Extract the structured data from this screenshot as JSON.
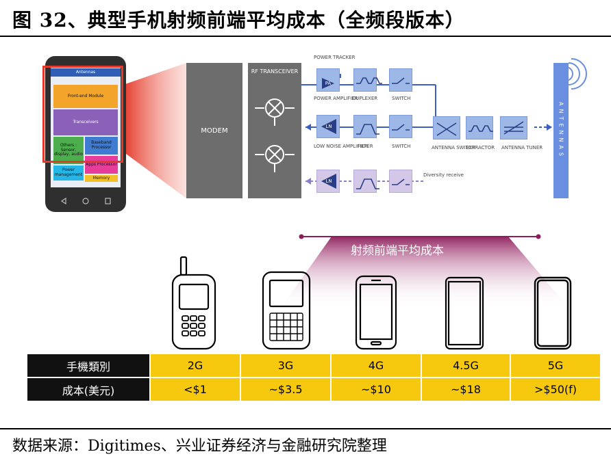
{
  "figure": {
    "title": "图 32、典型手机射频前端平均成本（全频段版本）",
    "source": "数据来源：Digitimes、兴业证券经济与金融研究院整理"
  },
  "phone_diagram": {
    "blocks": [
      {
        "label": "Antennas",
        "color": "#2f5fb5"
      },
      {
        "label": "Front-end Module",
        "color": "#f2a52a"
      },
      {
        "label": "Transceivers",
        "color": "#8a60b8"
      },
      {
        "label": "Others : Sensor, display, audio",
        "color": "#4cae4c"
      },
      {
        "label": "Baseband Processor",
        "color": "#3f7bd0"
      },
      {
        "label": "Apps Processor",
        "color": "#e63d9a"
      },
      {
        "label": "Power management",
        "color": "#23b6e6"
      },
      {
        "label": "Memory",
        "color": "#f2c12a"
      }
    ],
    "nav_icons": [
      "back-icon",
      "home-icon",
      "menu-icon"
    ]
  },
  "rf_diagram": {
    "modem": "MODEM",
    "rf_transceiver": "RF TRANSCEIVER",
    "power_tracker": "POWER TRACKER",
    "power_amplifier": "POWER AMPLIFIER",
    "pa_symbol": "PA",
    "duplexer": "DUPLEXER",
    "switch_top": "SWITCH",
    "low_noise_amplifier": "LOW NOISE AMPLIFIER",
    "ln_symbol": "LN",
    "filter": "FILTER",
    "switch_mid": "SWITCH",
    "diversity": "Diversity receive",
    "antenna_switch": "ANTENNA SWITCH",
    "extractor": "EXTRACTOR",
    "antenna_tuner": "ANTENNA TUNER",
    "antennas": "ANTENNAS"
  },
  "cost_banner": {
    "label": "射频前端平均成本"
  },
  "generations": [
    "2G",
    "3G",
    "4G",
    "4.5G",
    "5G"
  ],
  "table": {
    "row1_header": "手機類別",
    "row2_header": "成本(美元)",
    "costs": [
      "<$1",
      "~$3.5",
      "~$10",
      "~$18",
      ">$50(f)"
    ]
  },
  "colors": {
    "table_yellow": "#f6c90e",
    "table_black": "#111111",
    "banner_maroon": "#8b1e5a",
    "rf_blue": "#9db8e6",
    "antenna_blue": "#6b8fe0",
    "highlight_red": "#e53a2a"
  }
}
